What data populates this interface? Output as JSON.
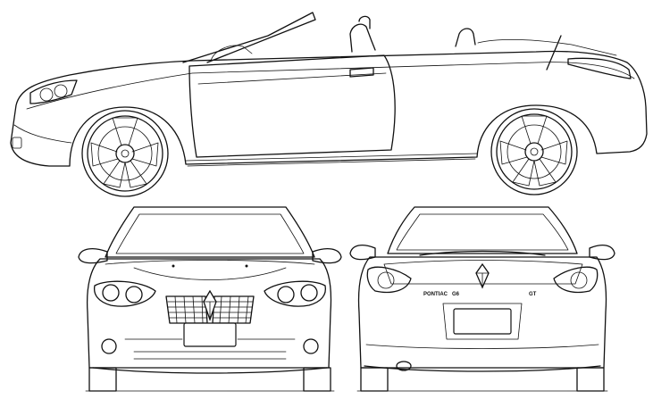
{
  "drawing": {
    "badges": {
      "make": "PONTIAC",
      "model": "G6",
      "trim": "GT"
    }
  }
}
